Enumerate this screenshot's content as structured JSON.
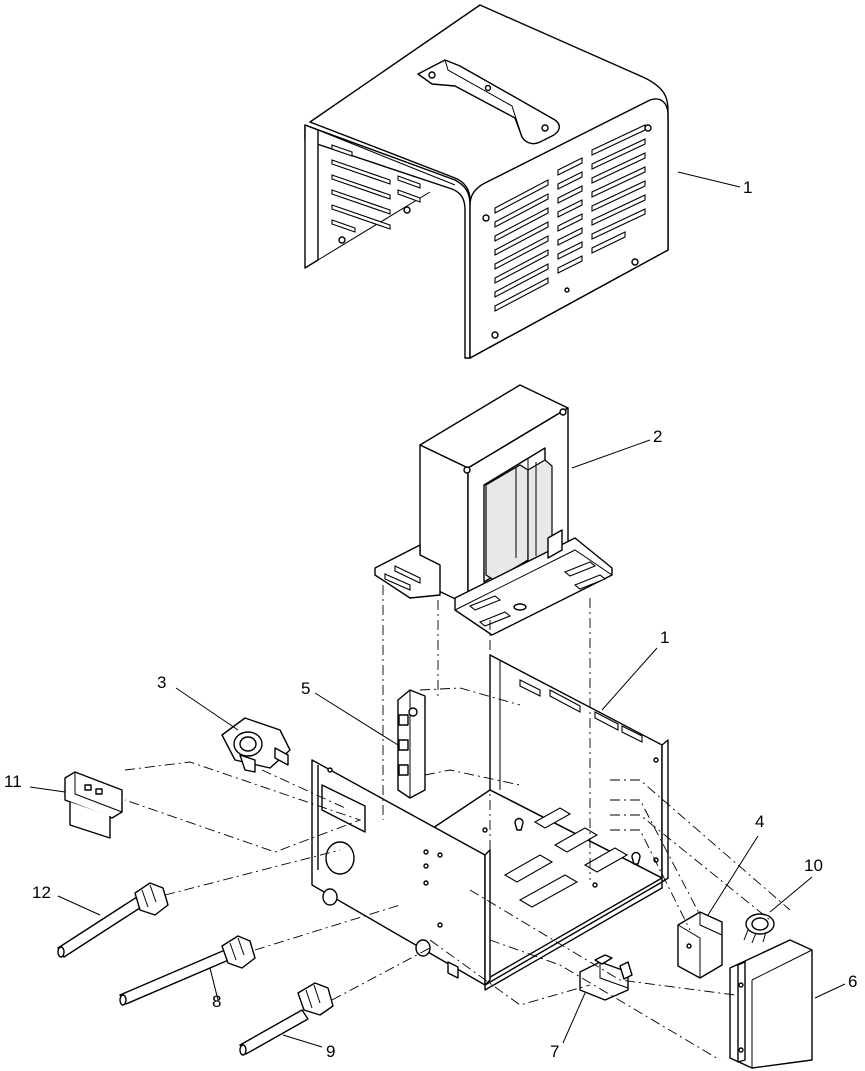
{
  "callouts": [
    {
      "id": "c1a",
      "text": "1"
    },
    {
      "id": "c2",
      "text": "2"
    },
    {
      "id": "c1b",
      "text": "1"
    },
    {
      "id": "c3",
      "text": "3"
    },
    {
      "id": "c5",
      "text": "5"
    },
    {
      "id": "c11",
      "text": "11"
    },
    {
      "id": "c4",
      "text": "4"
    },
    {
      "id": "c10",
      "text": "10"
    },
    {
      "id": "c12",
      "text": "12"
    },
    {
      "id": "c6",
      "text": "6"
    },
    {
      "id": "c8",
      "text": "8"
    },
    {
      "id": "c7",
      "text": "7"
    },
    {
      "id": "c9",
      "text": "9"
    }
  ]
}
